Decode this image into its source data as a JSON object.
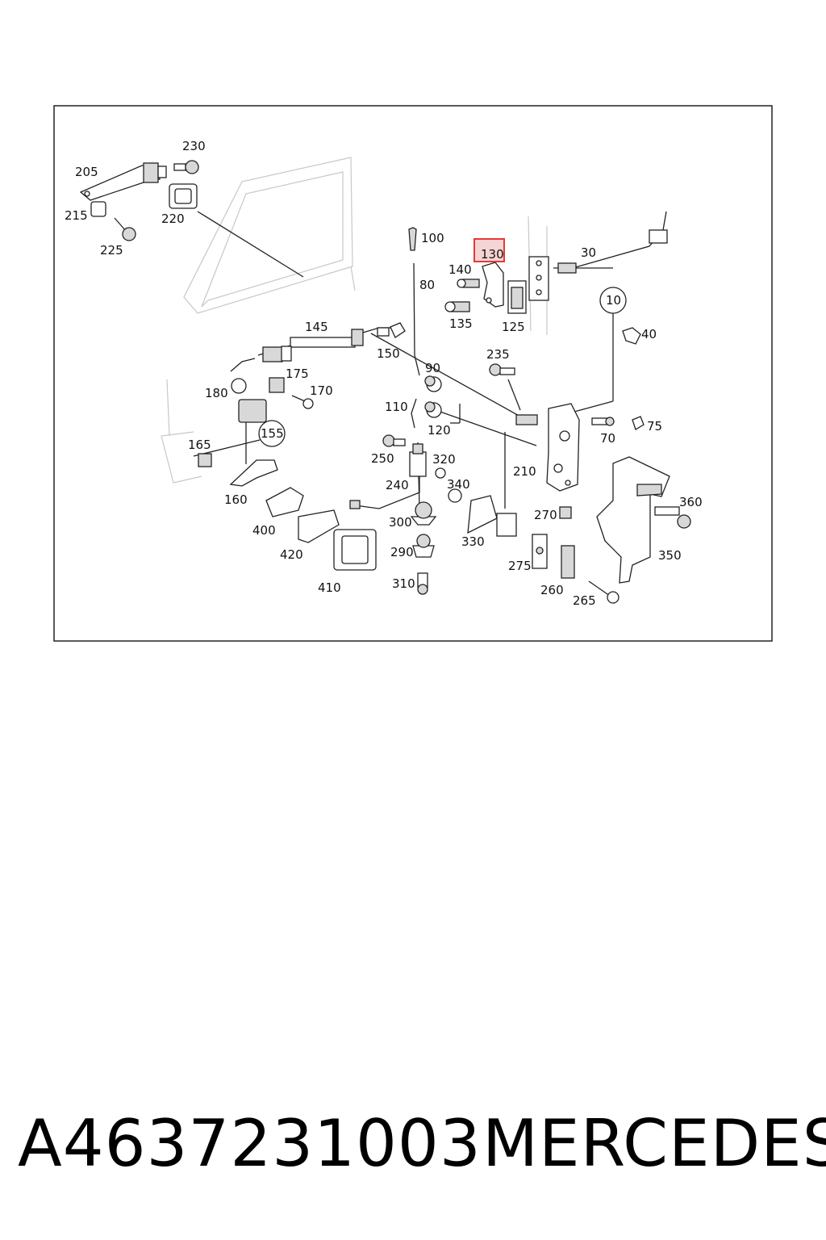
{
  "diagram": {
    "highlight_color": "#e53935",
    "highlighted_part": "130",
    "part_labels": [
      "230",
      "205",
      "215",
      "220",
      "225",
      "100",
      "130",
      "140",
      "80",
      "30",
      "10",
      "135",
      "125",
      "145",
      "150",
      "40",
      "235",
      "90",
      "175",
      "170",
      "180",
      "110",
      "120",
      "70",
      "75",
      "155",
      "165",
      "250",
      "320",
      "210",
      "240",
      "340",
      "360",
      "160",
      "270",
      "300",
      "400",
      "330",
      "350",
      "420",
      "290",
      "275",
      "410",
      "310",
      "260",
      "265"
    ]
  },
  "footer": {
    "part_number": "A4637231003",
    "brand": "MERCEDES"
  }
}
